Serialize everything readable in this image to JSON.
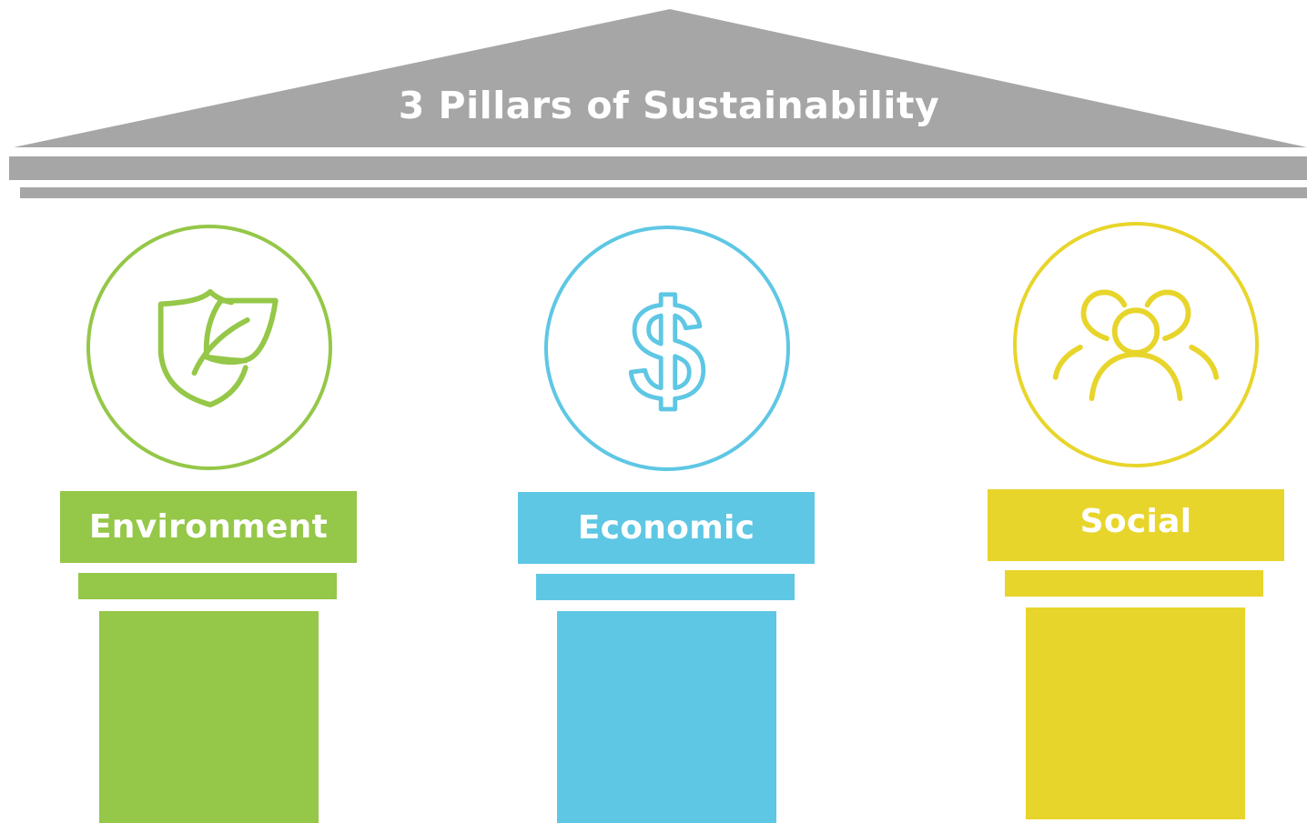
{
  "title": "3 Pillars of Sustainability",
  "colors": {
    "roof": "#a6a6a6",
    "environment": "#95c748",
    "economic": "#5ec7e4",
    "social": "#e8d52b"
  },
  "pillars": [
    {
      "label": "Environment",
      "icon": "shield-leaf-icon",
      "color": "#95c748"
    },
    {
      "label": "Economic",
      "icon": "dollar-icon",
      "color": "#5ec7e4"
    },
    {
      "label": "Social",
      "icon": "people-group-icon",
      "color": "#e8d52b"
    }
  ]
}
